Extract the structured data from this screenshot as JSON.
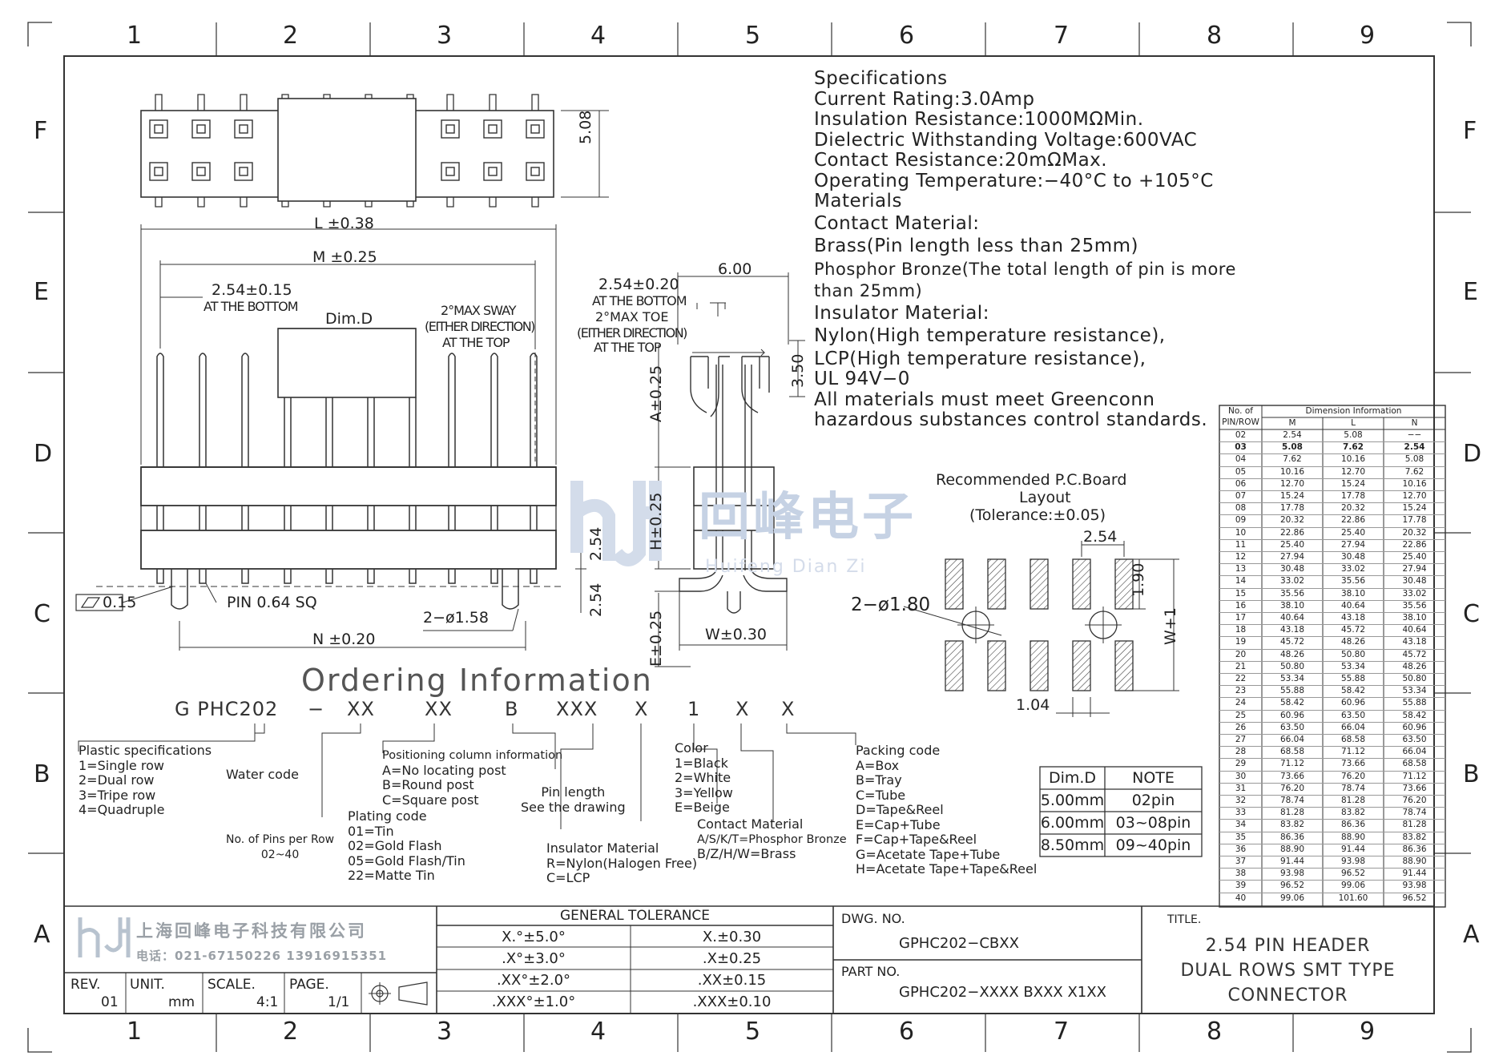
{
  "zones": {
    "columns": [
      "1",
      "2",
      "3",
      "4",
      "5",
      "6",
      "7",
      "8",
      "9"
    ],
    "rows": [
      "F",
      "E",
      "D",
      "C",
      "B",
      "A"
    ]
  },
  "specifications": {
    "lines": [
      "Specifications",
      "Current  Rating:3.0Amp",
      "Insulation  Resistance:1000MΩMin.",
      "Dielectric  Withstanding  Voltage:600VAC",
      "Contact  Resistance:20mΩMax.",
      "Operating  Temperature:−40°C  to  +105°C",
      "Materials",
      "Contact  Material:",
      "Brass(Pin  length  less  than  25mm)",
      "Phosphor Bronze(The total length of pin is more",
      "than 25mm)",
      "Insulator  Material:",
      "Nylon(High  temperature  resistance),",
      "LCP(High  temperature  resistance),",
      "UL  94V−0",
      "All  materials  must  meet  Greenconn",
      "hazardous  substances  control  standards."
    ]
  },
  "dimensions": {
    "h508": "5.08",
    "L": "L  ±0.38",
    "M": "M  ±0.25",
    "pitch": "2.54±0.15",
    "pitch_note": "AT THE BOTTOM",
    "dimD": "Dim.D",
    "sway1": "2°MAX  SWAY",
    "sway2": "(EITHER DIRECTION)",
    "sway3": "AT THE TOP",
    "flat": "0.15",
    "pin": "PIN  0.64  SQ",
    "hole": "2−ø1.58",
    "N": "N  ±0.20",
    "v254a": "2.54",
    "v254b": "2.54",
    "side_w": "6.00",
    "side_pitch": "2.54±0.20",
    "side_pitch_note": "AT THE BOTTOM",
    "toe1": "2°MAX  TOE",
    "toe2": "(EITHER DIRECTION)",
    "toe3": "AT THE TOP",
    "h350": "3.50",
    "A": "A±0.25",
    "H": "H±0.25",
    "E": "E±0.25",
    "W": "W±0.30"
  },
  "pcb": {
    "title1": "Recommended  P.C.Board",
    "title2": "Layout",
    "title3": "(Tolerance:±0.05)",
    "d254": "2.54",
    "d190": "1.90",
    "hole": "2−ø1.80",
    "w1": "W+1",
    "d104": "1.04"
  },
  "watermark": {
    "cn": "回峰电子",
    "py": "Huifeng Dian Zi"
  },
  "ordering": {
    "title": "Ordering  Information",
    "codes": [
      "G  PHC202",
      "−",
      "XX",
      "XX",
      "B",
      "XXX",
      "X",
      "1",
      "X",
      "X"
    ],
    "plastic": [
      "Plastic  specifications",
      "1=Single  row",
      "2=Dual  row",
      "3=Tripe  row",
      "4=Quadruple"
    ],
    "water": "Water  code",
    "pins": [
      "No.  of  Pins  per  Row",
      "02~40"
    ],
    "plating": [
      "Plating  code",
      "01=Tin",
      "02=Gold  Flash",
      "05=Gold  Flash/Tin",
      "22=Matte  Tin"
    ],
    "positioning": [
      "Positioning  column  information",
      "A=No  locating  post",
      "B=Round  post",
      "C=Square  post"
    ],
    "pinlen": [
      "Pin  length",
      "See  the  drawing"
    ],
    "insulator": [
      "Insulator  Material",
      "R=Nylon(Halogen  Free)",
      "C=LCP"
    ],
    "color": [
      "Color",
      "1=Black",
      "2=White",
      "3=Yellow",
      "E=Beige"
    ],
    "contact": [
      "Contact  Material",
      "A/S/K/T=Phosphor  Bronze",
      "B/Z/H/W=Brass"
    ],
    "packing": [
      "Packing  code",
      "A=Box",
      "B=Tray",
      "C=Tube",
      "D=Tape&Reel",
      "E=Cap+Tube",
      "F=Cap+Tape&Reel",
      "G=Acetate  Tape+Tube",
      "H=Acetate  Tape+Tape&Reel"
    ]
  },
  "dimd_table": {
    "headers": [
      "Dim.D",
      "NOTE"
    ],
    "rows": [
      [
        "5.00mm",
        "02pin"
      ],
      [
        "6.00mm",
        "03~08pin"
      ],
      [
        "8.50mm",
        "09~40pin"
      ]
    ]
  },
  "dim_table": {
    "header_left": "No.  of",
    "header_left2": "PIN/ROW",
    "header_title": "Dimension  Information",
    "cols": [
      "M",
      "L",
      "N"
    ],
    "rows": [
      [
        "02",
        "2.54",
        "5.08",
        "−−"
      ],
      [
        "03",
        "5.08",
        "7.62",
        "2.54"
      ],
      [
        "04",
        "7.62",
        "10.16",
        "5.08"
      ],
      [
        "05",
        "10.16",
        "12.70",
        "7.62"
      ],
      [
        "06",
        "12.70",
        "15.24",
        "10.16"
      ],
      [
        "07",
        "15.24",
        "17.78",
        "12.70"
      ],
      [
        "08",
        "17.78",
        "20.32",
        "15.24"
      ],
      [
        "09",
        "20.32",
        "22.86",
        "17.78"
      ],
      [
        "10",
        "22.86",
        "25.40",
        "20.32"
      ],
      [
        "11",
        "25.40",
        "27.94",
        "22.86"
      ],
      [
        "12",
        "27.94",
        "30.48",
        "25.40"
      ],
      [
        "13",
        "30.48",
        "33.02",
        "27.94"
      ],
      [
        "14",
        "33.02",
        "35.56",
        "30.48"
      ],
      [
        "15",
        "35.56",
        "38.10",
        "33.02"
      ],
      [
        "16",
        "38.10",
        "40.64",
        "35.56"
      ],
      [
        "17",
        "40.64",
        "43.18",
        "38.10"
      ],
      [
        "18",
        "43.18",
        "45.72",
        "40.64"
      ],
      [
        "19",
        "45.72",
        "48.26",
        "43.18"
      ],
      [
        "20",
        "48.26",
        "50.80",
        "45.72"
      ],
      [
        "21",
        "50.80",
        "53.34",
        "48.26"
      ],
      [
        "22",
        "53.34",
        "55.88",
        "50.80"
      ],
      [
        "23",
        "55.88",
        "58.42",
        "53.34"
      ],
      [
        "24",
        "58.42",
        "60.96",
        "55.88"
      ],
      [
        "25",
        "60.96",
        "63.50",
        "58.42"
      ],
      [
        "26",
        "63.50",
        "66.04",
        "60.96"
      ],
      [
        "27",
        "66.04",
        "68.58",
        "63.50"
      ],
      [
        "28",
        "68.58",
        "71.12",
        "66.04"
      ],
      [
        "29",
        "71.12",
        "73.66",
        "68.58"
      ],
      [
        "30",
        "73.66",
        "76.20",
        "71.12"
      ],
      [
        "31",
        "76.20",
        "78.74",
        "73.66"
      ],
      [
        "32",
        "78.74",
        "81.28",
        "76.20"
      ],
      [
        "33",
        "81.28",
        "83.82",
        "78.74"
      ],
      [
        "34",
        "83.82",
        "86.36",
        "81.28"
      ],
      [
        "35",
        "86.36",
        "88.90",
        "83.82"
      ],
      [
        "36",
        "88.90",
        "91.44",
        "86.36"
      ],
      [
        "37",
        "91.44",
        "93.98",
        "88.90"
      ],
      [
        "38",
        "93.98",
        "96.52",
        "91.44"
      ],
      [
        "39",
        "96.52",
        "99.06",
        "93.98"
      ],
      [
        "40",
        "99.06",
        "101.60",
        "96.52"
      ]
    ]
  },
  "title_block": {
    "company_cn": "上海回峰电子科技有限公司",
    "company_tel": "电话：021-67150226  13916915351",
    "rev_label": "REV.",
    "rev": "01",
    "unit_label": "UNIT.",
    "unit": "mm",
    "scale_label": "SCALE.",
    "scale": "4:1",
    "page_label": "PAGE.",
    "page": "1/1",
    "tol_title": "GENERAL  TOLERANCE",
    "tol": [
      [
        "X.°±5.0°",
        "X.±0.30"
      ],
      [
        ".X°±3.0°",
        ".X±0.25"
      ],
      [
        ".XX°±2.0°",
        ".XX±0.15"
      ],
      [
        ".XXX°±1.0°",
        ".XXX±0.10"
      ]
    ],
    "dwg_label": "DWG.  NO.",
    "dwg": "GPHC202−CBXX",
    "part_label": "PART  NO.",
    "part": "GPHC202−XXXX  BXXX  X1XX",
    "title_label": "TITLE.",
    "title": [
      "2.54  PIN  HEADER",
      "DUAL  ROWS  SMT  TYPE",
      "CONNECTOR"
    ]
  }
}
